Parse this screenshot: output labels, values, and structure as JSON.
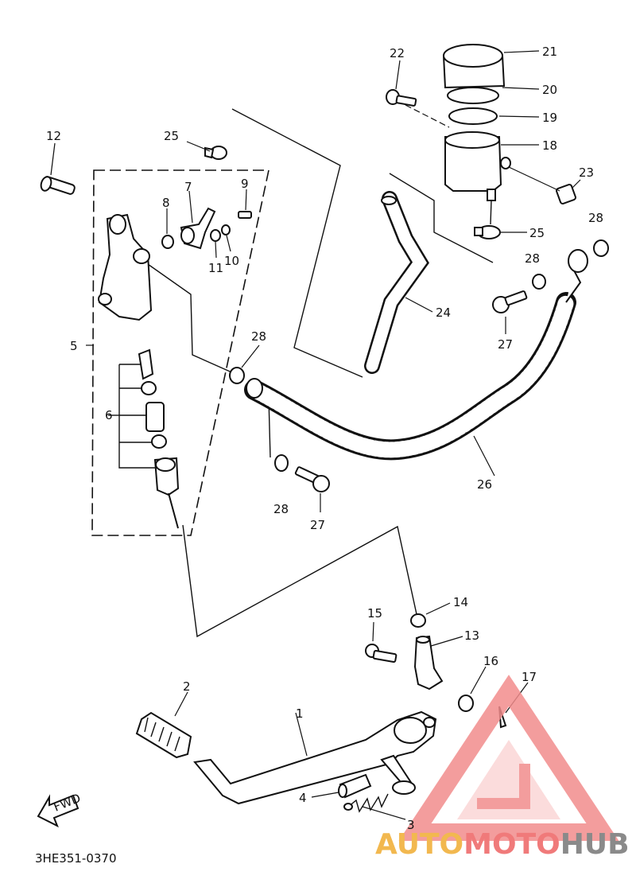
{
  "diagram": {
    "drawing_code": "3HE351-0370",
    "fwd_label": "FWD",
    "callouts": {
      "c1": "1",
      "c2": "2",
      "c3": "3",
      "c4": "4",
      "c5": "5",
      "c6": "6",
      "c7": "7",
      "c8": "8",
      "c9": "9",
      "c10": "10",
      "c11": "11",
      "c12": "12",
      "c13": "13",
      "c14": "14",
      "c15": "15",
      "c16": "16",
      "c17": "17",
      "c18": "18",
      "c19": "19",
      "c20": "20",
      "c21": "21",
      "c22": "22",
      "c23": "23",
      "c24": "24",
      "c25a": "25",
      "c25b": "25",
      "c26": "26",
      "c27a": "27",
      "c27b": "27",
      "c28a": "28",
      "c28b": "28",
      "c28c": "28",
      "c28d": "28"
    }
  },
  "watermark": {
    "auto": "AUTO",
    "moto": "MOTO",
    "hub": "HUB",
    "colors": {
      "auto": "#f2b84f",
      "moto": "#f07a7a",
      "hub": "#8a8a8a"
    }
  }
}
